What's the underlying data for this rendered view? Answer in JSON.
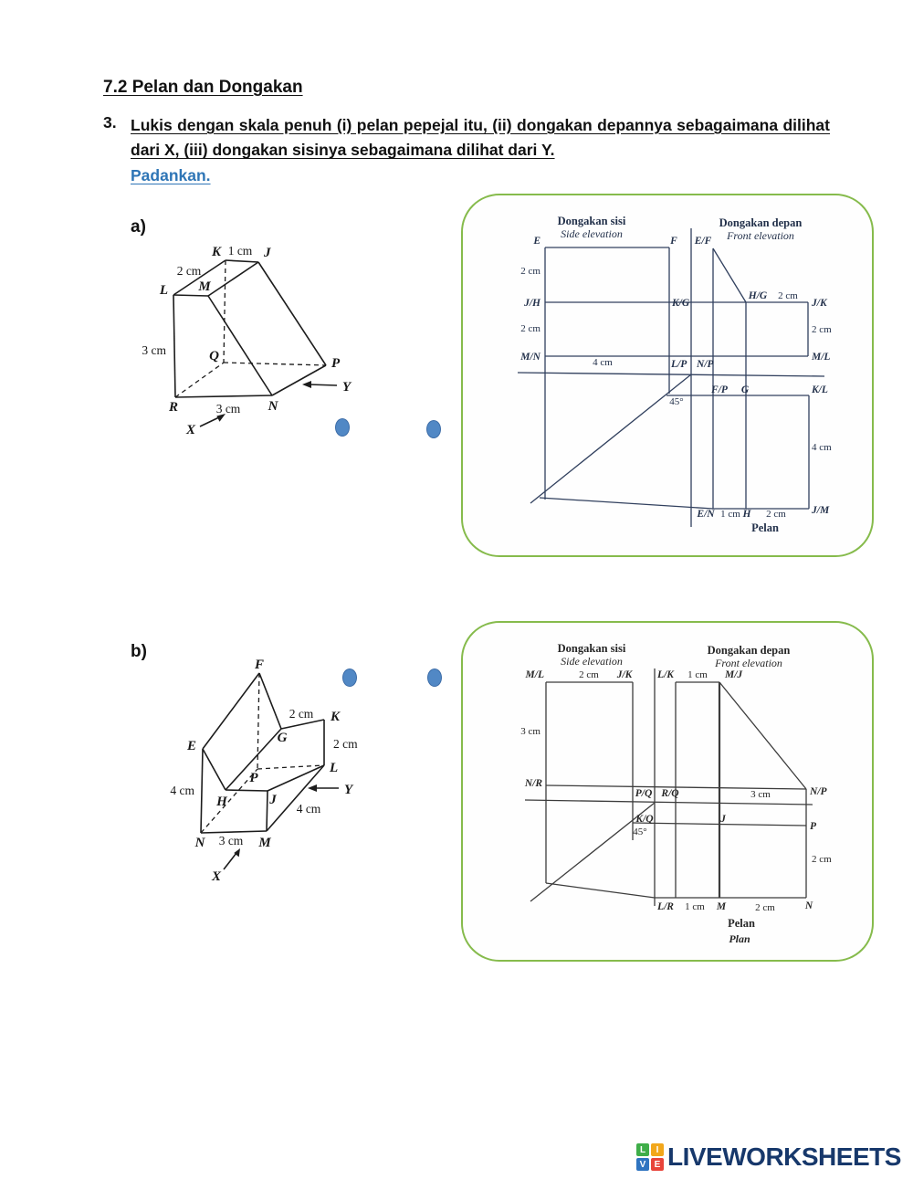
{
  "page": {
    "section_title": "7.2 Pelan dan Dongakan",
    "question_number": "3.",
    "question_text": "Lukis dengan skala penuh (i) pelan pepejal itu, (ii) dongakan depannya sebagaimana dilihat dari X, (iii) dongakan sisinya sebagaimana dilihat dari Y.",
    "instruction": "Padankan."
  },
  "part_a": {
    "label": "a)",
    "solid": {
      "K": "K",
      "dim_kj": "1 cm",
      "J": "J",
      "dim_lk": "2 cm",
      "L": "L",
      "M": "M",
      "dim_lr": "3 cm",
      "Q": "Q",
      "P": "P",
      "Y": "Y",
      "R": "R",
      "dim_rn": "3 cm",
      "N": "N",
      "X": "X"
    },
    "answer": {
      "side_title": "Dongakan sisi",
      "side_subtitle": "Side elevation",
      "front_title": "Dongakan depan",
      "front_subtitle": "Front elevation",
      "plan_caption": "Pelan",
      "angle": "45°",
      "E": "E",
      "F": "F",
      "EF": "E/F",
      "dim_side_top": "2 cm",
      "JH": "J/H",
      "KG": "K/G",
      "HG": "H/G",
      "dim_front_top": "2 cm",
      "JK": "J/K",
      "dim_side_low": "2 cm",
      "dim_front_right": "2 cm",
      "MN": "M/N",
      "dim_side_width": "4 cm",
      "LP": "L/P",
      "NP": "N/P",
      "ML": "M/L",
      "FP": "F/P",
      "G": "G",
      "KL": "K/L",
      "dim_plan_right": "4 cm",
      "EN": "E/N",
      "dim_plan_1": "1 cm",
      "H": "H",
      "dim_plan_2": "2 cm",
      "JM": "J/M"
    }
  },
  "part_b": {
    "label": "b)",
    "solid": {
      "F": "F",
      "dim_gk": "2 cm",
      "K": "K",
      "G": "G",
      "E": "E",
      "dim_kl": "2 cm",
      "L": "L",
      "P": "P",
      "dim_ne": "4 cm",
      "H": "H",
      "J": "J",
      "Y": "Y",
      "dim_ml": "4 cm",
      "N": "N",
      "dim_nm": "3 cm",
      "M": "M",
      "X": "X"
    },
    "answer": {
      "side_title": "Dongakan sisi",
      "side_subtitle": "Side elevation",
      "front_title": "Dongakan depan",
      "front_subtitle": "Front elevation",
      "plan_caption": "Pelan",
      "plan_caption_en": "Plan",
      "angle": "45°",
      "ML": "M/L",
      "dim_top_1": "2 cm",
      "JK": "J/K",
      "LK": "L/K",
      "dim_top_2": "1 cm",
      "MJ": "M/J",
      "dim_side_left": "3 cm",
      "NR": "N/R",
      "PQ": "P/Q",
      "RQ": "R/Q",
      "dim_mid": "3 cm",
      "NP": "N/P",
      "KQ": "K/Q",
      "J": "J",
      "P": "P",
      "dim_right": "2 cm",
      "LR": "L/R",
      "dim_bot_1": "1 cm",
      "M": "M",
      "dim_bot_2": "2 cm",
      "N": "N"
    }
  },
  "footer": {
    "brand": "LIVEWORKSHEETS",
    "tiles": [
      {
        "letter": "L",
        "color": "#3fae49"
      },
      {
        "letter": "I",
        "color": "#f2a71b"
      },
      {
        "letter": "V",
        "color": "#2f74c0"
      },
      {
        "letter": "E",
        "color": "#e8443a"
      }
    ]
  },
  "colors": {
    "accent_green": "#86bb4c",
    "link_blue": "#2e75b6",
    "dot_blue": "#5188c5",
    "brand_navy": "#17386b"
  }
}
